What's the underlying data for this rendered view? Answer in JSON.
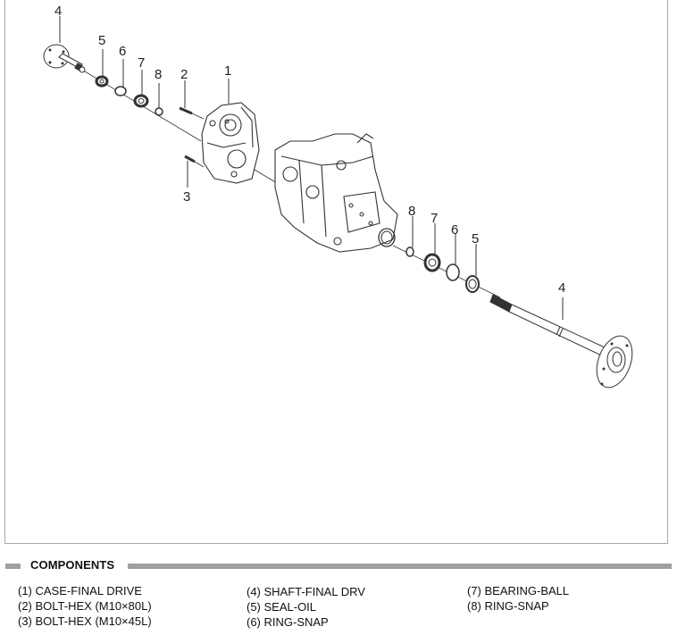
{
  "diagram": {
    "title": "Final drive case exploded view",
    "callouts": [
      "4",
      "5",
      "6",
      "7",
      "8",
      "2",
      "1",
      "3",
      "8",
      "7",
      "6",
      "5",
      "4"
    ]
  },
  "section": {
    "title": "COMPONENTS"
  },
  "components": {
    "column1": [
      {
        "label": "(1) CASE-FINAL DRIVE"
      },
      {
        "label": "(2) BOLT-HEX (M10×80L)"
      },
      {
        "label": "(3) BOLT-HEX (M10×45L)"
      }
    ],
    "column2": [
      {
        "label": "(4) SHAFT-FINAL DRV"
      },
      {
        "label": "(5) SEAL-OIL"
      },
      {
        "label": "(6) RING-SNAP"
      }
    ],
    "column3": [
      {
        "label": "(7) BEARING-BALL"
      },
      {
        "label": "(8) RING-SNAP"
      }
    ]
  },
  "colors": {
    "line": "#333333",
    "frame": "#a8a8a8",
    "bar": "#a0a0a0"
  }
}
